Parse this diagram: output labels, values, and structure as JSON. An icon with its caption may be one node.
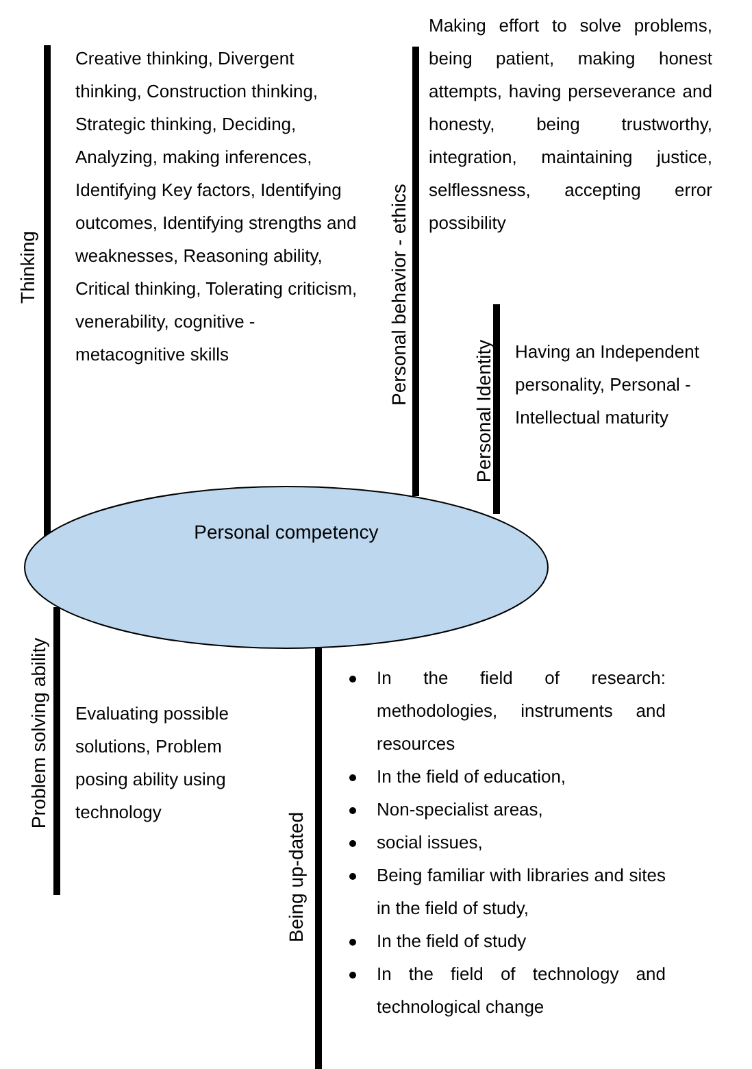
{
  "diagram": {
    "nodes": [
      {
        "text": [
          "Thinking"
        ],
        "beside": [
          "Creative thinking, Divergent thinking, Construction thinking, Strategic thinking, Deciding, Analyzing, making inferences, Identifying Key factors, Identifying outcomes, Identifying strengths and weaknesses, Reasoning ability, Critical thinking, Tolerating criticism, venerability, cognitive - metacognitive skills"
        ]
      },
      {
        "text": [
          "Personal behavior - ethics"
        ],
        "beside": [
          "Making effort to solve problems, being patient, making honest attempts, having perseverance and honesty, being trustworthy, integration, maintaining justice, selflessness, accepting error possibility"
        ]
      },
      {
        "text": [
          "Personal Identity"
        ],
        "beside": [
          "Having an Independent personality, Personal - Intellectual maturity"
        ]
      },
      {
        "text": [
          "Personal competency"
        ]
      },
      {
        "text": [
          "Problem solving ability"
        ],
        "beside": [
          "Evaluating possible solutions, Problem posing ability using technology"
        ]
      },
      {
        "text": [
          "Being up-dated"
        ],
        "beside": [
          "In the field of research: methodologies, instruments and resources",
          "In the field of education,",
          "Non-specialist areas,",
          "social issues,",
          "Being familiar with libraries and sites in the field of study,",
          "In the field of study",
          "In the field of technology and technological change"
        ]
      }
    ]
  }
}
